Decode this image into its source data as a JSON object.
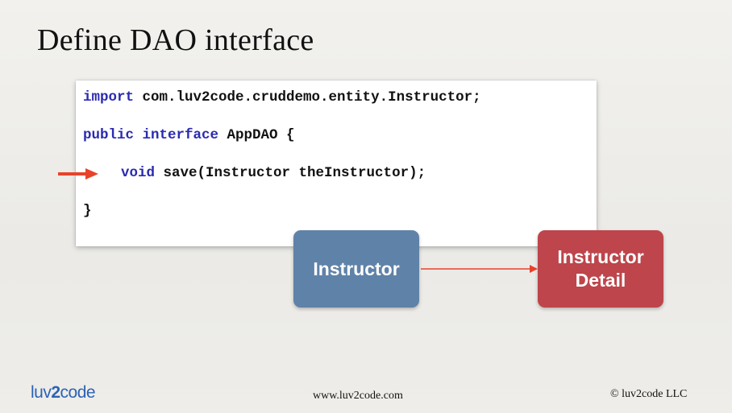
{
  "slide": {
    "title": "Define DAO interface"
  },
  "code": {
    "line1_kw": "import",
    "line1_rest": " com.luv2code.cruddemo.entity.Instructor;",
    "line2_kw1": "public",
    "line2_kw2": "interface",
    "line2_rest": " AppDAO {",
    "line3_kw": "void",
    "line3_rest": " save(Instructor theInstructor);",
    "line4": "}"
  },
  "diagram": {
    "box1_label": "Instructor",
    "box2_line1": "Instructor",
    "box2_line2": "Detail",
    "box1_color": "#5f82a8",
    "box2_color": "#bd454b",
    "arrow_color": "#e8432a"
  },
  "footer": {
    "logo_left": "luv",
    "logo_mid": "2",
    "logo_right": "code",
    "url": "www.luv2code.com",
    "copyright": "© luv2code LLC"
  }
}
